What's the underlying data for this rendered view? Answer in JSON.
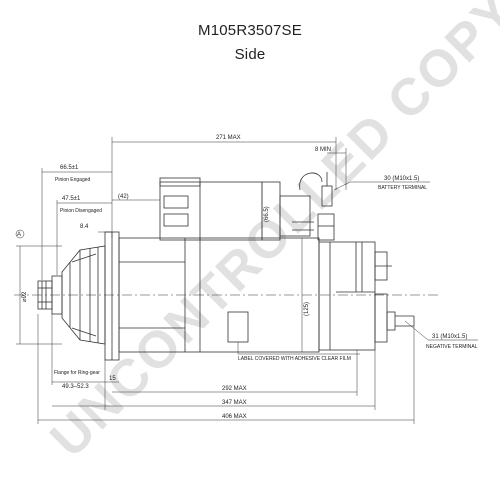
{
  "header": {
    "part_number": "M105R3507SE",
    "view": "Side"
  },
  "watermark": "UNCONTROLLED COPY",
  "dimensions": {
    "overall_length": "406 MAX",
    "length_347": "347 MAX",
    "length_292": "292 MAX",
    "length_271": "271 MAX",
    "length_8": "8 MIN",
    "pinion_engaged": "66.5±1",
    "pinion_engaged_label": "Pinion Engaged",
    "pinion_disengaged": "47.5±1",
    "pinion_disengaged_label": "Pinion Disengaged",
    "dim_42": "(42)",
    "dim_84": "8.4",
    "flange_to_ring": "49.3–52.3",
    "flange_to_ring_label": "Flange for Ring-gear",
    "dim_15": "15",
    "dia_pinion": "⌀92",
    "section_a": "A",
    "dim_665": "(66.5)",
    "dim_125": "(125)",
    "battery_terminal_size": "30 (M10x1.5)",
    "battery_terminal_label": "BATTERY TERMINAL",
    "negative_terminal_size": "31 (M10x1.5)",
    "negative_terminal_label": "NEGATIVE TERMINAL",
    "label_note": "LABEL COVERED WITH ADHESIVE CLEAR FILM"
  },
  "colors": {
    "line": "#333333",
    "watermark": "#e1e1e1"
  }
}
